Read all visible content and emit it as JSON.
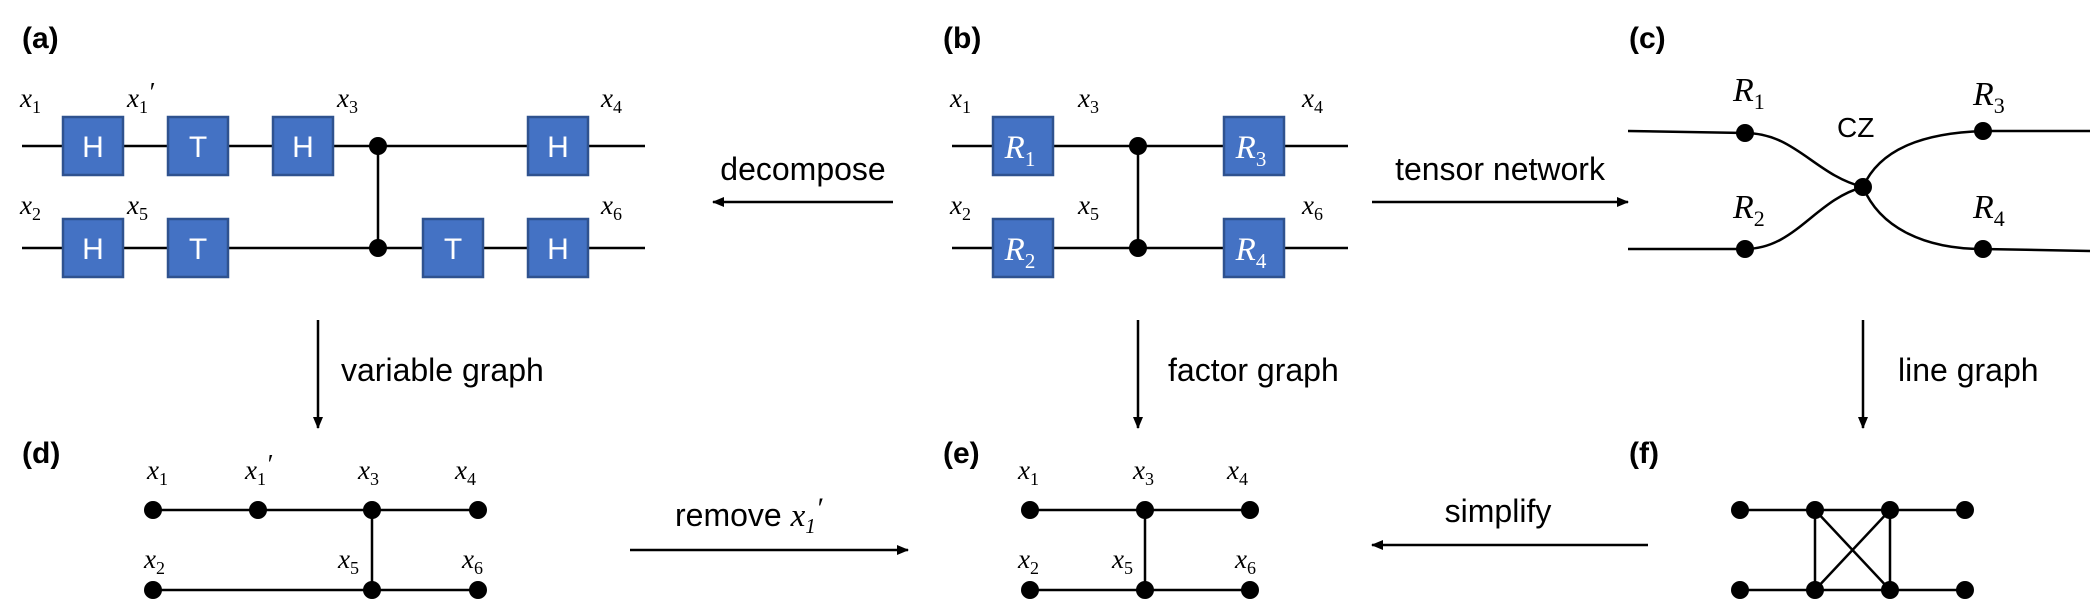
{
  "panels": {
    "a": "(a)",
    "b": "(b)",
    "c": "(c)",
    "d": "(d)",
    "e": "(e)",
    "f": "(f)"
  },
  "arrows": {
    "decompose": "decompose",
    "tensor_network": "tensor network",
    "variable_graph": "variable graph",
    "factor_graph": "factor graph",
    "line_graph": "line graph",
    "remove": "remove ",
    "remove_var": "x",
    "remove_sub": "1",
    "remove_prime": "′",
    "simplify": "simplify"
  },
  "gates": {
    "h": "H",
    "t": "T",
    "r": "R",
    "r1": "1",
    "r2": "2",
    "r3": "3",
    "r4": "4",
    "cz": "CZ"
  },
  "vars": {
    "x": "x",
    "prime": "′",
    "s1": "1",
    "s2": "2",
    "s3": "3",
    "s4": "4",
    "s5": "5",
    "s6": "6"
  }
}
